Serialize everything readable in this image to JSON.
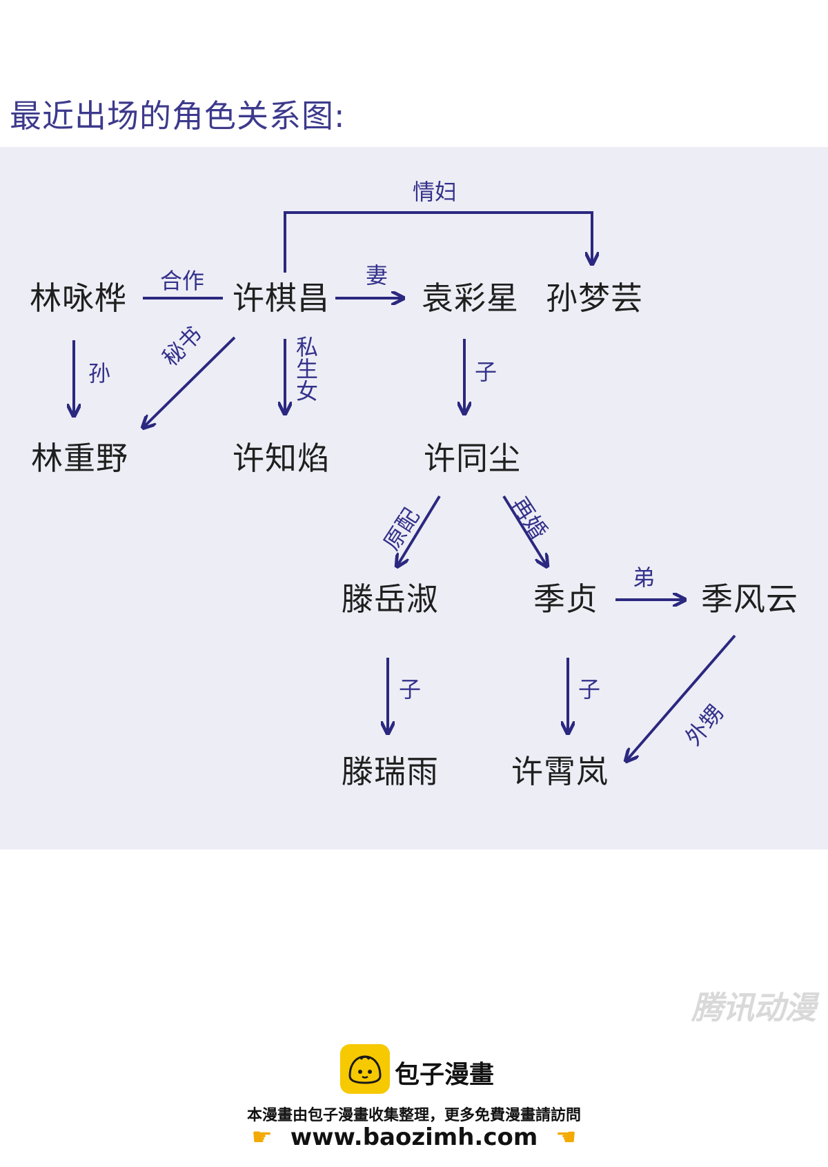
{
  "heading": "最近出场的角色关系图:",
  "nodes": {
    "lin_yonghua": "林咏桦",
    "xu_qichang": "许棋昌",
    "yuan_caixing": "袁彩星",
    "sun_mengyun": "孙梦芸",
    "lin_chongye": "林重野",
    "xu_zhiyan": "许知焰",
    "xu_tongchen": "许同尘",
    "teng_yueshu": "滕岳淑",
    "ji_zhen": "季贞",
    "ji_fengyun": "季风云",
    "teng_ruiyu": "滕瑞雨",
    "xu_xiaolan": "许霄岚"
  },
  "edges": {
    "mistress": "情妇",
    "cooperation": "合作",
    "wife": "妻",
    "grandson": "孙",
    "secretary": "秘书",
    "illegitimate_daughter": "私生女",
    "son_1": "子",
    "first_wife": "原配",
    "remarried": "再婚",
    "younger_brother": "弟",
    "son_2": "子",
    "son_3": "子",
    "maternal_nephew": "外甥"
  },
  "colors": {
    "edge": "#2b2880",
    "heading": "#3d3a8c",
    "panel": "#ededf5",
    "logo": "#f7c900"
  },
  "watermark": "腾讯动漫",
  "footer": {
    "brand": "包子漫畫",
    "note": "本漫畫由包子漫畫收集整理，更多免費漫畫請訪問",
    "url": "www.baozimh.com",
    "logo_icon": "bun-face-icon",
    "hand_icon": "pointing-hand-icon"
  }
}
